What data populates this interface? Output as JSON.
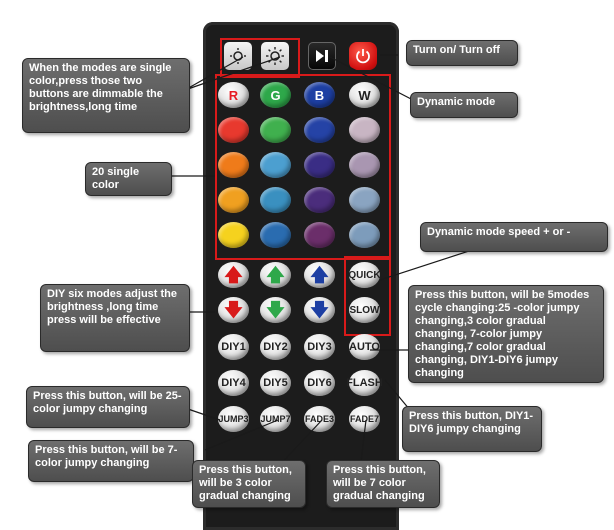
{
  "remote": {
    "letters": [
      "R",
      "G",
      "B",
      "W"
    ],
    "quick_label": "QUICK",
    "slow_label": "SLOW",
    "auto_label": "AUTO",
    "flash_label": "FLASH",
    "diy_row1": [
      "DIY1",
      "DIY2",
      "DIY3"
    ],
    "diy_row2": [
      "DIY4",
      "DIY5",
      "DIY6"
    ],
    "jump3": "JUMP3",
    "jump7": "JUMP7",
    "fade3": "FADE3",
    "fade7": "FADE7"
  },
  "colors": {
    "frame_red": "#d81a1a",
    "row_red": [
      "#e61b23",
      "#2ea84a",
      "#1d3fa3",
      "#d7d7dc"
    ],
    "row1": [
      "#e8392e",
      "#40b04e",
      "#2543a6",
      "#c8b5c3"
    ],
    "row2": [
      "#ef7b1a",
      "#4c9fd0",
      "#3a2d85",
      "#a996b1"
    ],
    "row3": [
      "#f0a020",
      "#3a90c0",
      "#4b2d7c",
      "#8aa4c1"
    ],
    "row4": [
      "#f5d21e",
      "#2a6cb0",
      "#6b2e6a",
      "#7d9cbb"
    ]
  },
  "callouts": {
    "brightness": "When the modes are single color,press those two buttons are dimmable the brightness,long time",
    "power": "Turn on/ Turn off",
    "dynamic": "Dynamic mode",
    "single": "20 single color",
    "speed": "Dynamic mode speed + or -",
    "diy": "DIY six modes adjust the brightness ,long time press will be effective",
    "auto": "Press this button, will be 5modes cycle changing:25 -color jumpy changing,3 color gradual changing, 7-color jumpy changing,7 color gradual changing, DIY1-DIY6 jumpy changing",
    "jump25": "Press this button, will be 25-color jumpy changing",
    "flash": "Press this button, DIY1-DIY6 jumpy changing",
    "jump7": "Press this button, will be 7-color jumpy changing",
    "fade3": "Press this button, will be 3 color gradual changing",
    "fade7": "Press this button, will be 7 color gradual changing"
  },
  "icons": [
    "sun-dim-icon",
    "sun-bright-icon",
    "play-pause-icon",
    "power-icon"
  ]
}
